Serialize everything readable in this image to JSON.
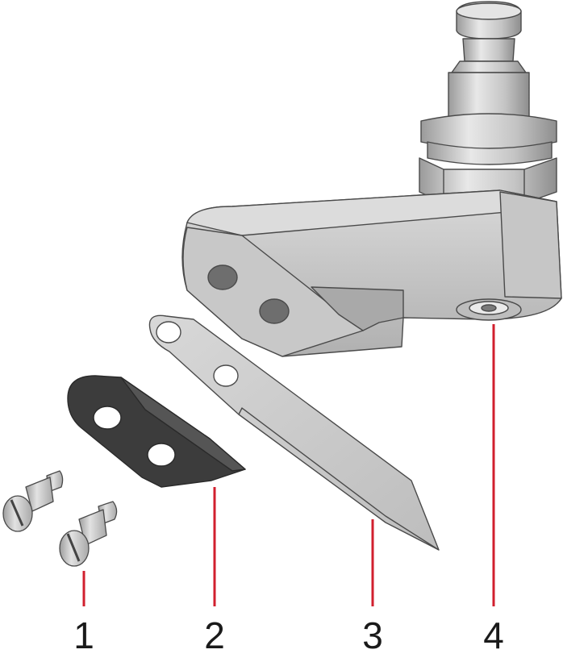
{
  "callouts": {
    "items": [
      {
        "label": "1",
        "part": "screw-pair"
      },
      {
        "label": "2",
        "part": "blade-clamp-plate"
      },
      {
        "label": "3",
        "part": "knife-blade"
      },
      {
        "label": "4",
        "part": "knife-holder-arm"
      }
    ],
    "leader_color": "#d11f2e"
  },
  "colors": {
    "metal_light": "#d2d2d2",
    "metal_mid": "#b4b4b4",
    "metal_dark": "#8c8c8c",
    "plate_dark": "#3c3c3c",
    "outline": "#4a4a4a"
  }
}
